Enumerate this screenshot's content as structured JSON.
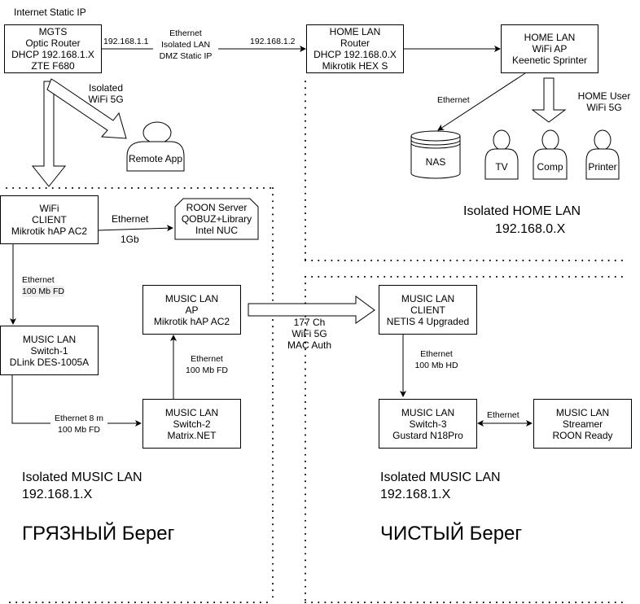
{
  "title": "Internet Static IP",
  "nodes": {
    "mgts": [
      "MGTS",
      "Optic Router",
      "DHCP 192.168.1.X",
      "ZTE F680"
    ],
    "home_router": [
      "HOME LAN",
      "Router",
      "DHCP 192.168.0.X",
      "Mikrotik HEX S"
    ],
    "home_ap": [
      "HOME LAN",
      "WiFi AP",
      "Keenetic Sprinter"
    ],
    "wifi_client": [
      "WiFi",
      "CLIENT",
      "Mikrotik hAP AC2"
    ],
    "roon_server": [
      "ROON Server",
      "QOBUZ+Library",
      "Intel NUC"
    ],
    "music_ap": [
      "MUSIC LAN",
      "AP",
      "Mikrotik hAP AC2"
    ],
    "switch1": [
      "MUSIC LAN",
      "Switch-1",
      "DLink DES-1005A"
    ],
    "switch2": [
      "MUSIC LAN",
      "Switch-2",
      "Matrix.NET"
    ],
    "music_client": [
      "MUSIC LAN",
      "CLIENT",
      "NETIS 4 Upgraded"
    ],
    "switch3": [
      "MUSIC LAN",
      "Switch-3",
      "Gustard N18Pro"
    ],
    "streamer": [
      "MUSIC LAN",
      "Streamer",
      "ROON Ready"
    ]
  },
  "devices": {
    "nas": "NAS",
    "tv": "TV",
    "comp": "Comp",
    "printer": "Printer",
    "remote_app": "Remote App"
  },
  "links": {
    "mgts_ip": "192.168.1.1",
    "router_ip": "192.168.1.2",
    "wan_link": [
      "Ethernet",
      "Isolated LAN",
      "DMZ Static IP"
    ],
    "isolated_wifi": [
      "Isolated",
      "WiFi 5G"
    ],
    "nas_link": "Ethernet",
    "home_user_wifi": [
      "HOME User",
      "WiFi 5G"
    ],
    "roon_link_top": "Ethernet",
    "roon_link_bottom": "1Gb",
    "client_switch1": [
      "Ethernet",
      "100 Mb FD"
    ],
    "switch1_switch2": [
      "Ethernet 8 m",
      "100 Mb FD"
    ],
    "switch2_ap": [
      "Ethernet",
      "100 Mb FD"
    ],
    "wifi_bridge": [
      "177 Ch",
      "WiFi 5G",
      "MAC Auth"
    ],
    "client_switch3": [
      "Ethernet",
      "100 Mb HD"
    ],
    "switch3_streamer": "Ethernet"
  },
  "zones": {
    "home": {
      "title": "Isolated HOME LAN",
      "subnet": "192.168.0.X"
    },
    "dirty": {
      "title": "Isolated MUSIC LAN",
      "subnet": "192.168.1.X",
      "bank": "ГРЯЗНЫЙ Берег"
    },
    "clean": {
      "title": "Isolated MUSIC LAN",
      "subnet": "192.168.1.X",
      "bank": "ЧИСТЫЙ Берег"
    }
  }
}
